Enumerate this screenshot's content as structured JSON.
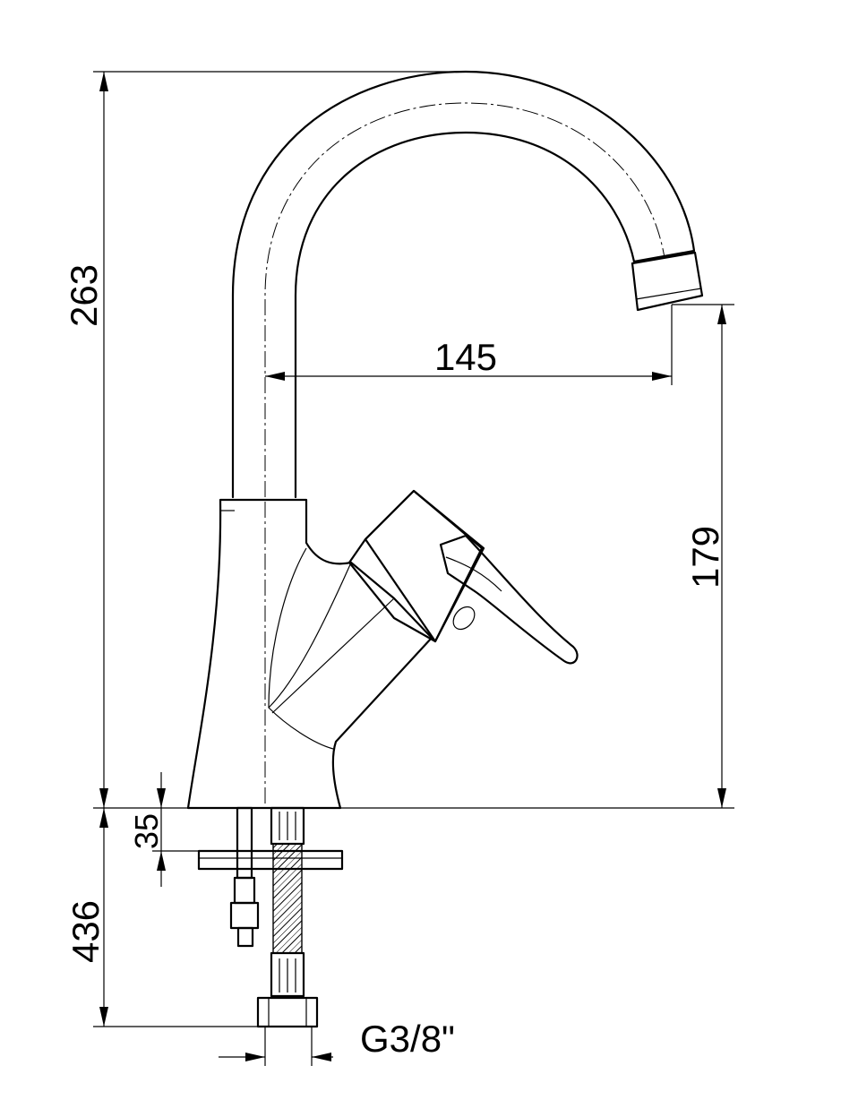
{
  "dimensions": {
    "total_height": "263",
    "spout_reach": "145",
    "spout_height": "179",
    "base_thickness": "35",
    "hose_length": "436",
    "thread_size": "G3/8\""
  },
  "colors": {
    "line": "#000000",
    "background": "#ffffff"
  }
}
